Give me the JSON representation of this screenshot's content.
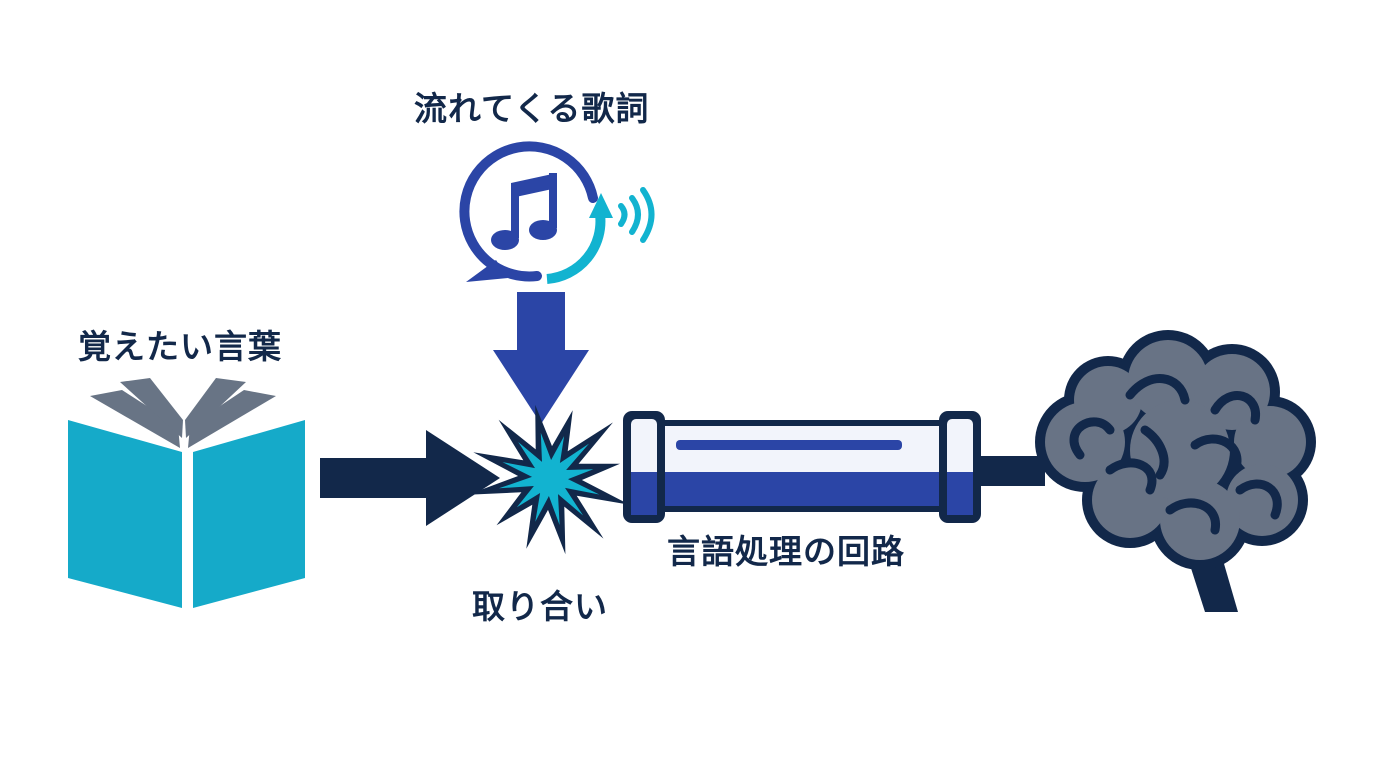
{
  "labels": {
    "lyrics": "流れてくる歌詞",
    "words_to_memorize": "覚えたい言葉",
    "competition": "取り合い",
    "language_circuit": "言語処理の回路"
  },
  "colors": {
    "navy": "#12284a",
    "royal_blue": "#2b45a6",
    "cyan": "#12b3d0",
    "book_cyan": "#15aac9",
    "gray": "#687485",
    "brain_gray": "#687385",
    "tube_light": "#f2f4fb"
  },
  "icons": {
    "lyrics_icon": "music-note-speech-bubble-icon",
    "sound_waves": "sound-waves-icon",
    "book": "open-book-icon",
    "clash": "starburst-clash-icon",
    "tube": "pipe-tube-icon",
    "brain": "brain-icon"
  }
}
